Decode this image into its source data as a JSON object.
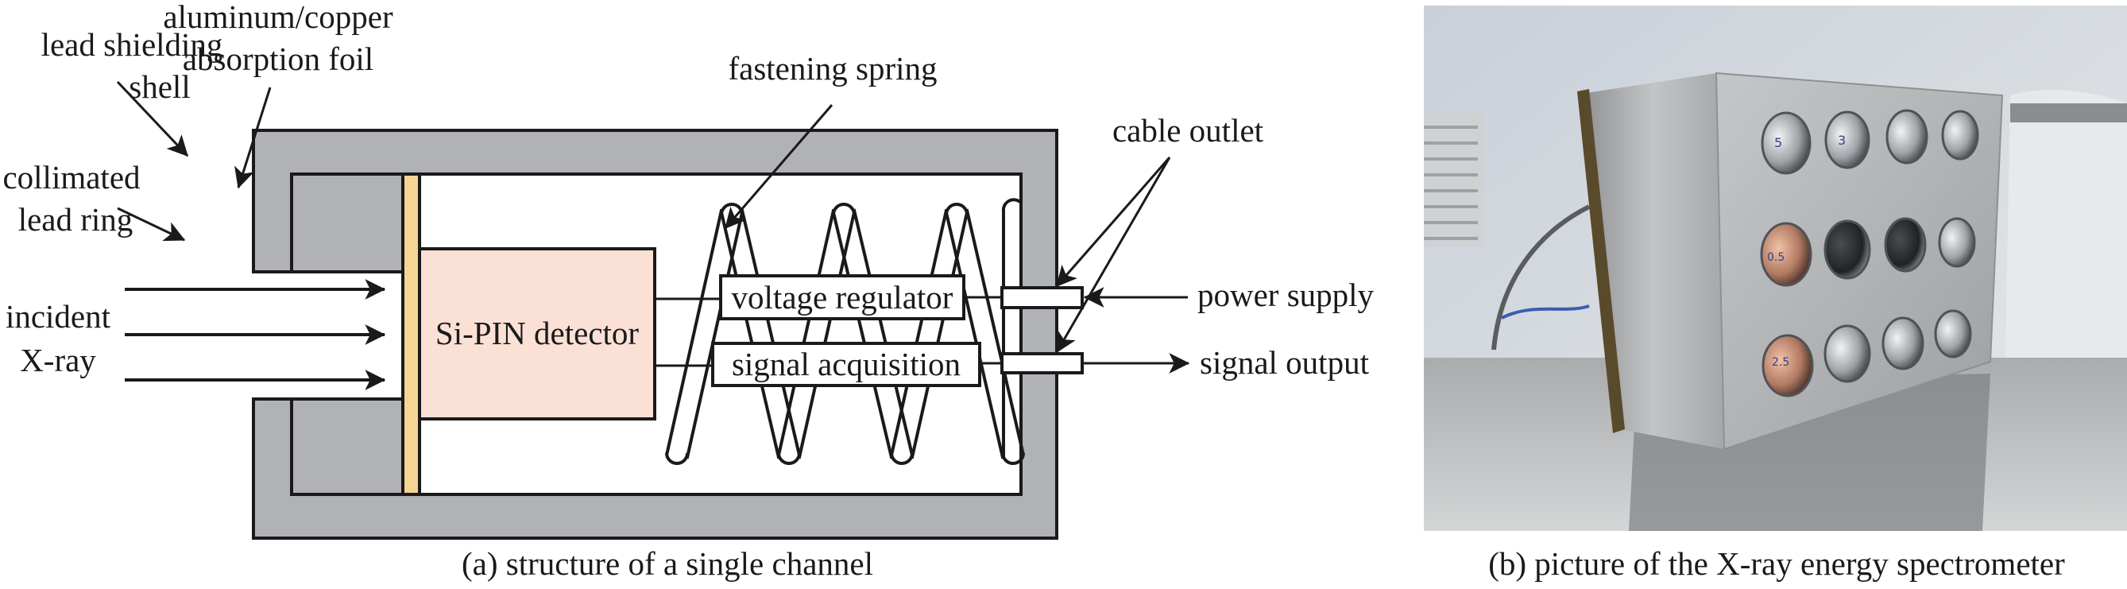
{
  "panel_a": {
    "caption": "(a) structure of a single channel",
    "labels": {
      "lead_shielding_shell": [
        "lead shielding",
        "shell"
      ],
      "absorption_foil": [
        "aluminum/copper",
        "absorption foil"
      ],
      "collimated_lead_ring": [
        "collimated",
        "lead ring"
      ],
      "fastening_spring": "fastening spring",
      "cable_outlet": "cable outlet",
      "incident_xray": [
        "incident",
        "X-ray"
      ],
      "detector": "Si-PIN detector",
      "voltage_regulator": "voltage regulator",
      "signal_acquisition": "signal acquisition",
      "power_supply": "power supply",
      "signal_output": "signal output"
    },
    "colors": {
      "lead": "#b1b2b5",
      "foil": "#f5d594",
      "detector": "#fbe1d5",
      "stroke": "#1a1a1a"
    }
  },
  "panel_b": {
    "caption": "(b) picture of the X-ray energy spectrometer",
    "hole_marks": [
      "5",
      "3",
      "0.5",
      "2.5"
    ]
  }
}
